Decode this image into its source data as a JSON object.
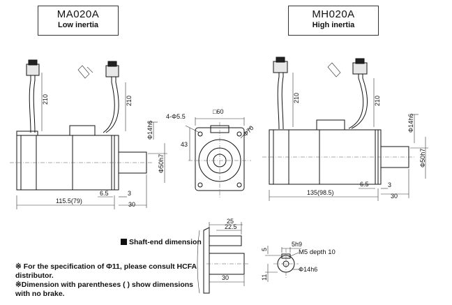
{
  "left_model": {
    "name": "MA020A",
    "subtitle": "Low inertia"
  },
  "right_model": {
    "name": "MH020A",
    "subtitle": "High inertia"
  },
  "dims": {
    "cable": "210",
    "shaft_dia": "Φ14h6",
    "flange_dia": "Φ50h7",
    "left_length": "115.5(79)",
    "right_length": "135(98.5)",
    "flange_thk": "6.5",
    "spigot": "3",
    "shaft_len": "30",
    "holes": "4-Φ5.5",
    "square": "□60",
    "pcd": "Φ70",
    "height": "43",
    "s25": "25",
    "s22_5": "22.5",
    "key": "5h9",
    "tap": "M5  depth 10",
    "s5": "5",
    "s11": "11",
    "s30": "30"
  },
  "shaft_end_label": "Shaft-end dimension",
  "notes": [
    "※ For the specification of  Φ11, please consult HCFA",
    "distributor.",
    "※Dimension with parentheses ( ) show dimensions",
    "with no brake."
  ]
}
